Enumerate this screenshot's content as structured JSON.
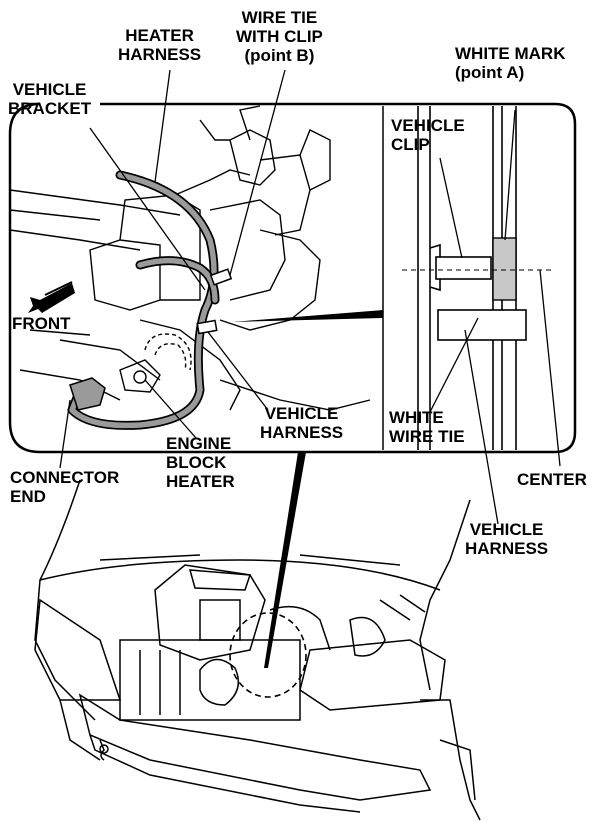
{
  "labels": {
    "heater_harness": [
      "HEATER",
      "HARNESS"
    ],
    "wire_tie_with_clip": [
      "WIRE TIE",
      "WITH CLIP",
      "(point B)"
    ],
    "white_mark": [
      "WHITE MARK",
      "(point A)"
    ],
    "vehicle_bracket": [
      "VEHICLE",
      "BRACKET"
    ],
    "vehicle_clip": [
      "VEHICLE",
      "CLIP"
    ],
    "front": "FRONT",
    "vehicle_harness_detail": [
      "VEHICLE",
      "HARNESS"
    ],
    "white_wire_tie": [
      "WHITE",
      "WIRE TIE"
    ],
    "engine_block_heater": [
      "ENGINE",
      "BLOCK",
      "HEATER"
    ],
    "connector_end": [
      "CONNECTOR",
      "END"
    ],
    "center": "CENTER",
    "vehicle_harness_main": [
      "VEHICLE",
      "HARNESS"
    ]
  },
  "colors": {
    "line": "#000000",
    "harness": "#9a9a9a",
    "white_mark": "#c8c8c8",
    "background": "#ffffff"
  },
  "icons": {
    "front_arrow": "front-arrow-icon"
  }
}
